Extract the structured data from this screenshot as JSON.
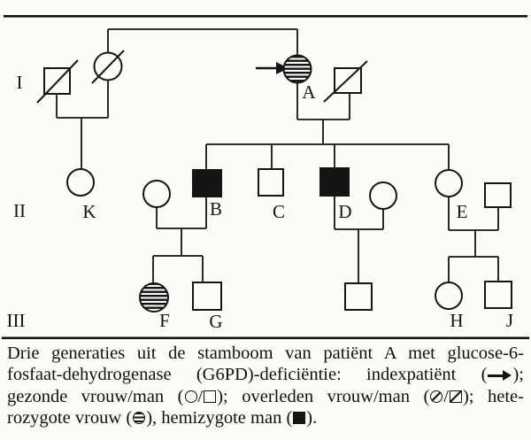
{
  "figure": {
    "type": "pedigree-diagram",
    "colors": {
      "ink": "#141414",
      "background": "#fbfbf8"
    },
    "generation_labels": [
      "I",
      "II",
      "III"
    ],
    "individual_labels": {
      "A": "A",
      "B": "B",
      "C": "C",
      "D": "D",
      "E": "E",
      "F": "F",
      "G": "G",
      "H": "H",
      "J": "J",
      "K": "K"
    },
    "index_patient": "A",
    "individuals": [
      {
        "generation": "I",
        "label": "",
        "symbol": "deceased-man"
      },
      {
        "generation": "I",
        "label": "",
        "symbol": "deceased-woman"
      },
      {
        "generation": "I",
        "label": "A",
        "symbol": "heterozygous-woman",
        "index_patient": true
      },
      {
        "generation": "I",
        "label": "",
        "symbol": "deceased-man"
      },
      {
        "generation": "II",
        "label": "K",
        "symbol": "healthy-woman"
      },
      {
        "generation": "II",
        "label": "",
        "symbol": "healthy-woman"
      },
      {
        "generation": "II",
        "label": "B",
        "symbol": "hemizygous-man"
      },
      {
        "generation": "II",
        "label": "C",
        "symbol": "healthy-man"
      },
      {
        "generation": "II",
        "label": "D",
        "symbol": "hemizygous-man"
      },
      {
        "generation": "II",
        "label": "",
        "symbol": "healthy-woman"
      },
      {
        "generation": "II",
        "label": "E",
        "symbol": "healthy-woman"
      },
      {
        "generation": "II",
        "label": "",
        "symbol": "healthy-man"
      },
      {
        "generation": "III",
        "label": "F",
        "symbol": "heterozygous-woman"
      },
      {
        "generation": "III",
        "label": "G",
        "symbol": "healthy-man"
      },
      {
        "generation": "III",
        "label": "",
        "symbol": "healthy-man"
      },
      {
        "generation": "III",
        "label": "H",
        "symbol": "healthy-woman"
      },
      {
        "generation": "III",
        "label": "J",
        "symbol": "healthy-man"
      }
    ]
  },
  "caption": {
    "full_text": "Drie generaties uit de stamboom van patiënt A met glucose-6-fosfaat-dehydrogenase (G6PD)-deficiëntie: indexpatiënt (→); gezonde vrouw/man (○/□); overleden vrouw/man (⊘/⧄); heterozygote vrouw (⊜), hemizygote man (■).",
    "line1": "Drie generaties uit de stamboom van patiënt A met glucose-6-",
    "line2_before_arrow": "fosfaat-dehydrogenase (G6PD)-deficiëntie: indexpatiënt (",
    "line2_after_arrow": ");",
    "line3_a": "gezonde vrouw/man (",
    "line3_b": "/",
    "line3_c": "); overleden vrouw/man (",
    "line3_d": "/",
    "line3_e": "); hete-",
    "line4_a": "rozygote vrouw (",
    "line4_b": "), hemizygote man (",
    "line4_c": ")."
  }
}
